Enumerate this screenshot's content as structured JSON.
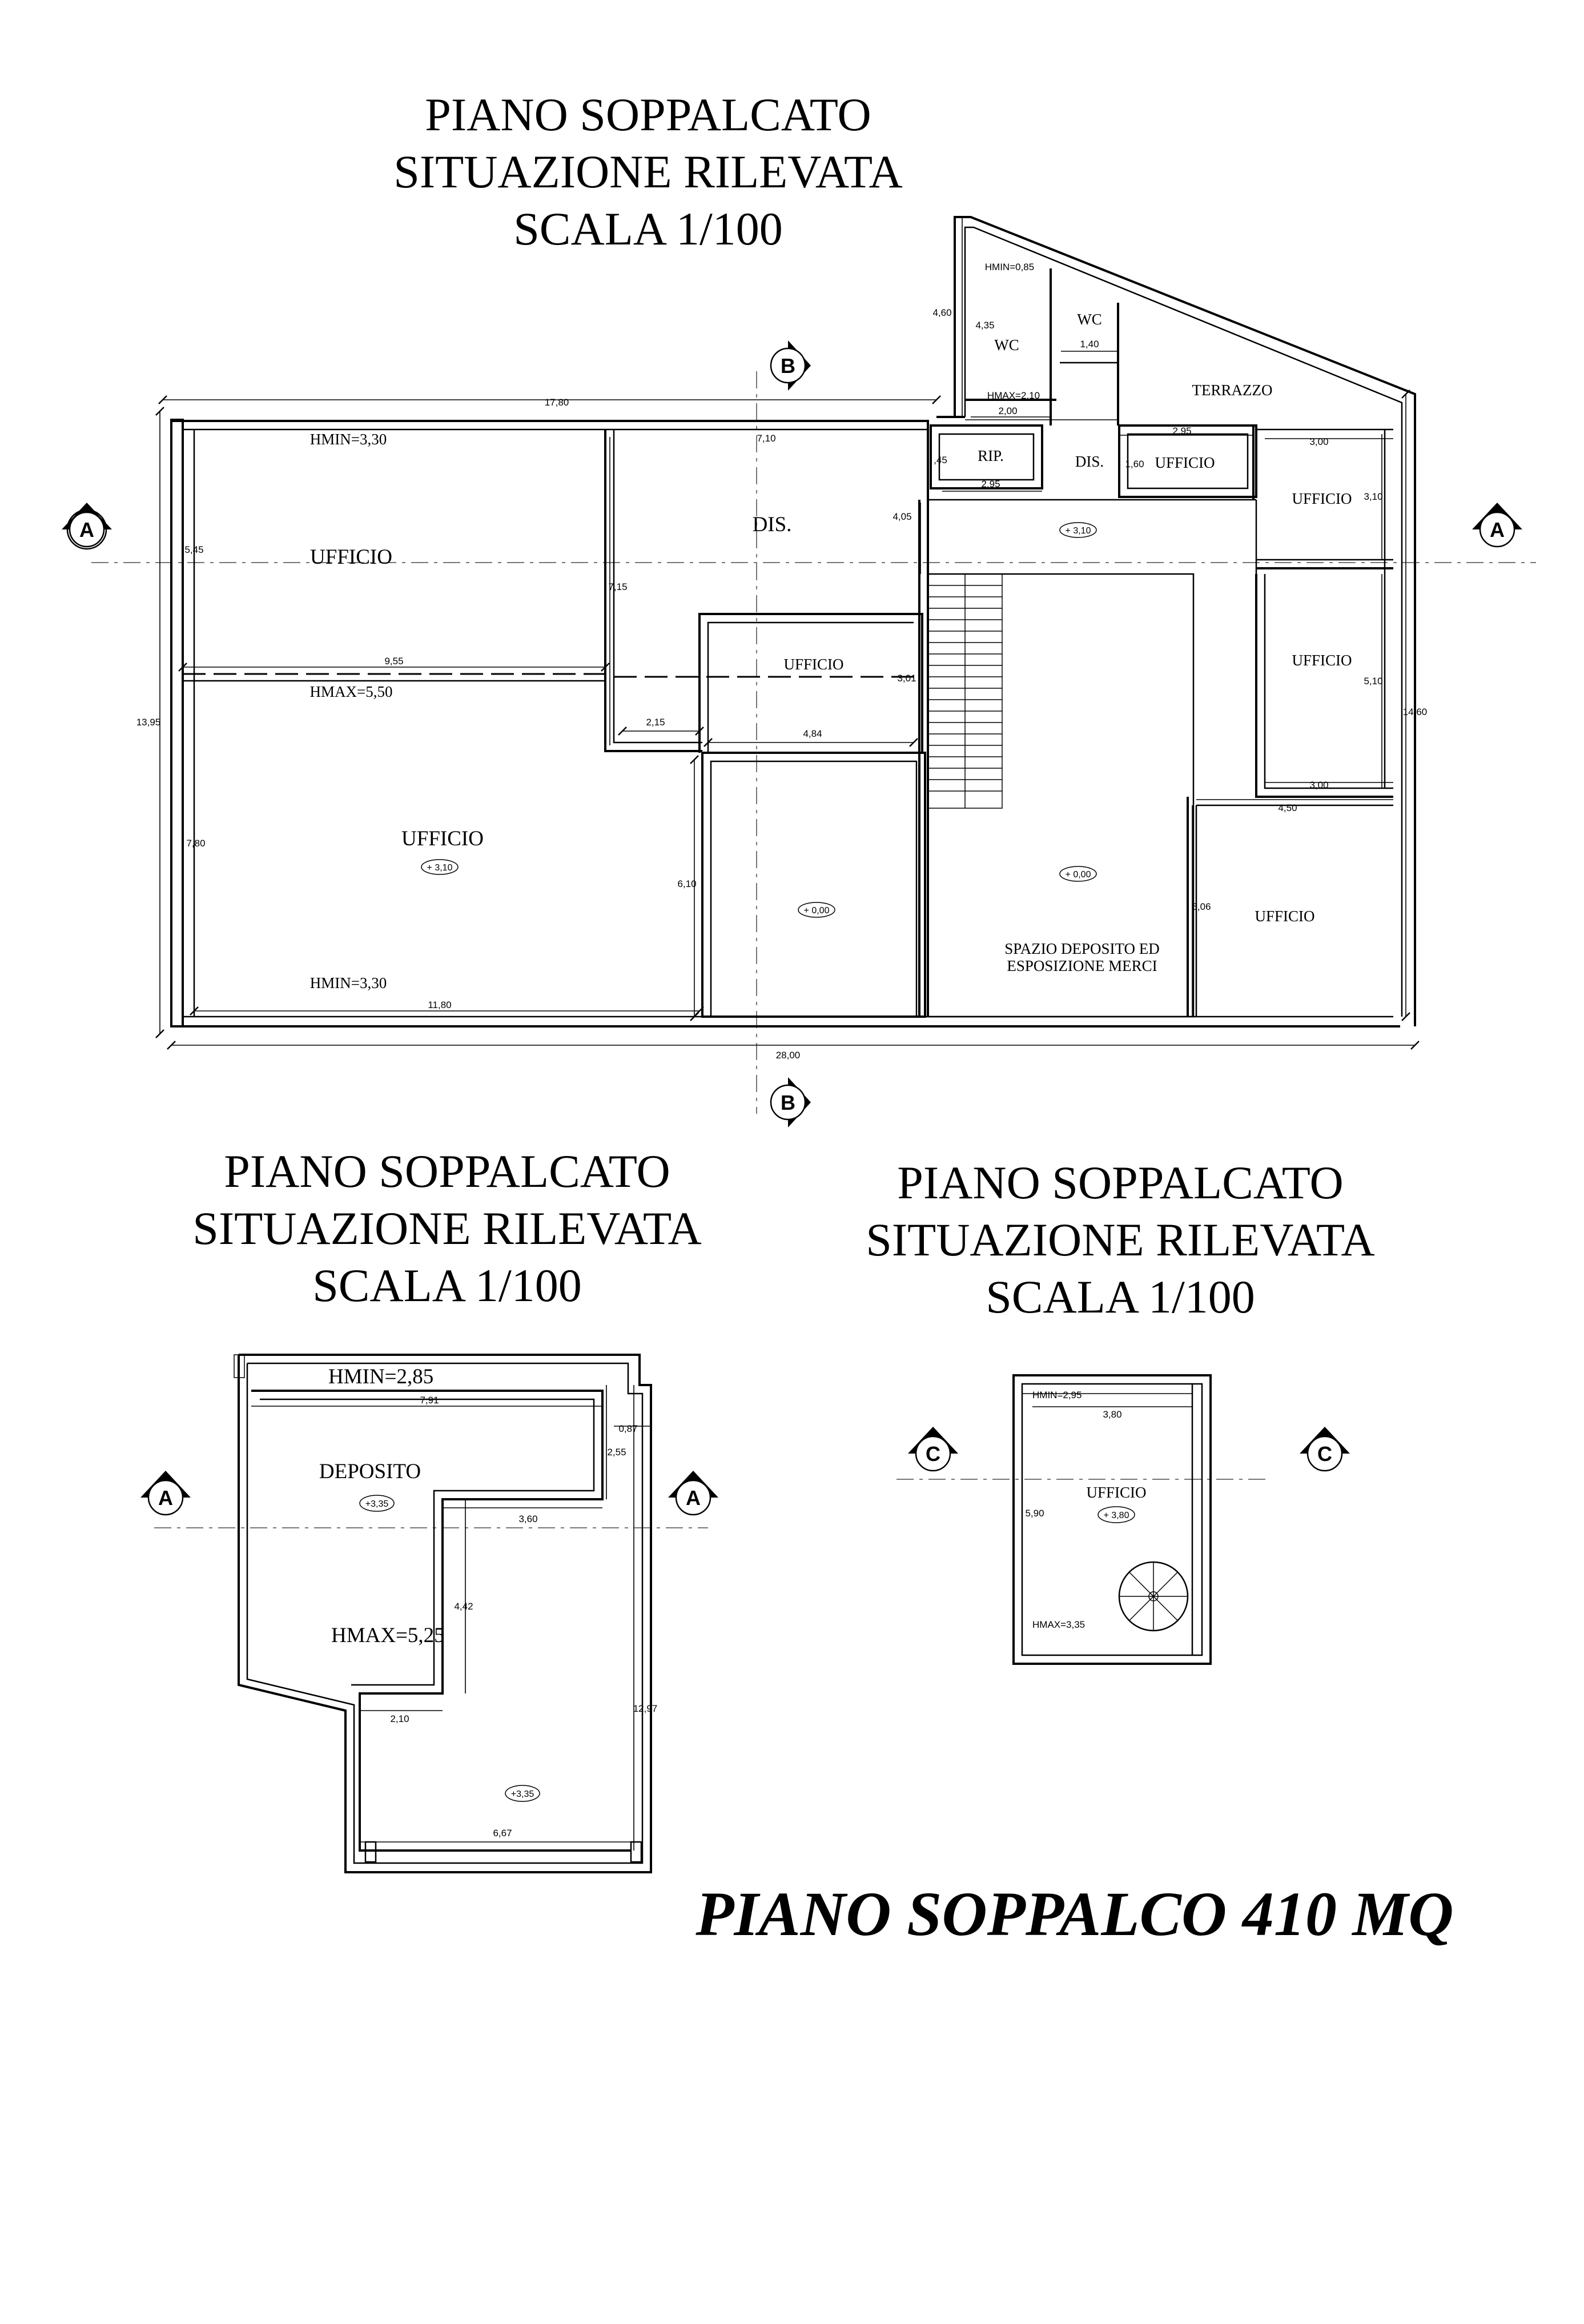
{
  "titles": {
    "line1": "PIANO SOPPALCATO",
    "line2": "SITUAZIONE RILEVATA",
    "line3": "SCALA 1/100",
    "summary": "PIANO SOPPALCO 410 MQ"
  },
  "section_marks": {
    "A": "A",
    "B": "B",
    "C": "C"
  },
  "plan1": {
    "rooms": {
      "ufficio": "UFFICIO",
      "dis": "DIS.",
      "wc": "WC",
      "terrazzo": "TERRAZZO",
      "rip": "RIP.",
      "spazio_line1": "SPAZIO DEPOSITO ED",
      "spazio_line2": "ESPOSIZIONE MERCI"
    },
    "heights": {
      "hmin_330": "HMIN=3,30",
      "hmax_550": "HMAX=5,50",
      "hmin_085": "HMIN=0,85",
      "hmax_210": "HMAX=2,10"
    },
    "levels": {
      "l310": "+ 3,10",
      "l000": "+ 0,00"
    },
    "dims": {
      "d1780": "17,80",
      "d710": "7,10",
      "d295": "2,95",
      "d300": "3,00",
      "d545": "5,45",
      "d715": "7,15",
      "d405": "4,05",
      "d955": "9,55",
      "d1395": "13,95",
      "d215": "2,15",
      "d484": "4,84",
      "d301": "3,01",
      "d780": "7,80",
      "d610": "6,10",
      "d1180": "11,80",
      "d2800": "28,00",
      "d460": "4,60",
      "d435": "4,35",
      "d140": "1,40",
      "d200": "2,00",
      "d045": ",45",
      "d160": "1,60",
      "d310": "3,10",
      "d510": "5,10",
      "d1460": "14,60",
      "d450": "4,50",
      "d506": "5,06"
    }
  },
  "plan2": {
    "rooms": {
      "deposito": "DEPOSITO"
    },
    "heights": {
      "hmin": "HMIN=2,85",
      "hmax": "HMAX=5,25"
    },
    "levels": {
      "l335": "+3,35"
    },
    "dims": {
      "d791": "7,91",
      "d087": "0,87",
      "d255": "2,55",
      "d360": "3,60",
      "d442": "4,42",
      "d210": "2,10",
      "d1297": "12,97",
      "d667": "6,67"
    }
  },
  "plan3": {
    "rooms": {
      "ufficio": "UFFICIO"
    },
    "heights": {
      "hmin": "HMIN=2,95",
      "hmax": "HMAX=3,35"
    },
    "levels": {
      "l380": "+ 3,80"
    },
    "dims": {
      "d380": "3,80",
      "d590": "5,90"
    }
  }
}
